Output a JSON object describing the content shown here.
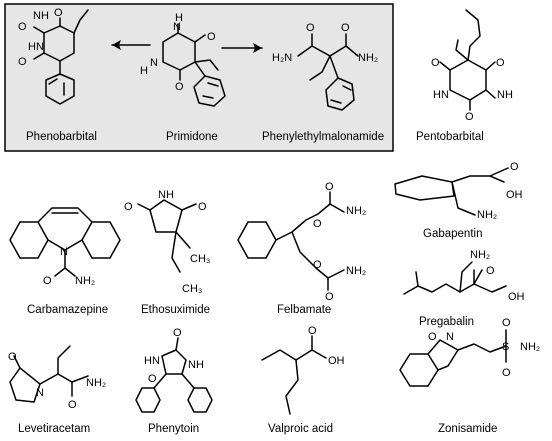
{
  "highlight_box": {
    "fill": "#e6e6e6",
    "stroke": "#000000"
  },
  "compounds": [
    {
      "id": "phenobarbital",
      "name": "Phenobarbital"
    },
    {
      "id": "primidone",
      "name": "Primidone"
    },
    {
      "id": "phenylethylmalonamide",
      "name": "Phenylethylmalonamide"
    },
    {
      "id": "pentobarbital",
      "name": "Pentobarbital"
    },
    {
      "id": "carbamazepine",
      "name": "Carbamazepine"
    },
    {
      "id": "ethosuximide",
      "name": "Ethosuximide"
    },
    {
      "id": "felbamate",
      "name": "Felbamate"
    },
    {
      "id": "gabapentin",
      "name": "Gabapentin"
    },
    {
      "id": "pregabalin",
      "name": "Pregabalin"
    },
    {
      "id": "levetiracetam",
      "name": "Levetiracetam"
    },
    {
      "id": "phenytoin",
      "name": "Phenytoin"
    },
    {
      "id": "valproic",
      "name": "Valproic acid"
    },
    {
      "id": "zonisamide",
      "name": "Zonisamide"
    }
  ],
  "atoms": {
    "O": "O",
    "NH": "NH",
    "HN": "HN",
    "H": "H",
    "N": "N",
    "H2N": "H₂N",
    "NH2": "NH₂",
    "CH3": "CH₃",
    "OH": "OH",
    "S": "S"
  }
}
